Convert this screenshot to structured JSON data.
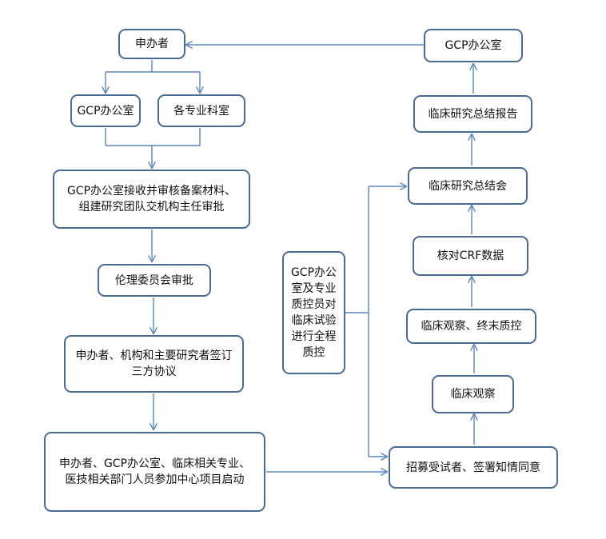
{
  "nodes": {
    "sponsor": "申办者",
    "gcp_office_left": "GCP办公室",
    "departments": "各专业科室",
    "review_materials_l1": "GCP办公室接收并审核备案材料、",
    "review_materials_l2": "组建研究团队交机构主任审批",
    "ethics": "伦理委员会审批",
    "agreement_l1": "申办者、机构和主要研究者签订",
    "agreement_l2": "三方协议",
    "kickoff_l1": "申办者、GCP办公室、临床相关专业、",
    "kickoff_l2": "医技相关部门人员参加中心项目启动",
    "qc_l1": "GCP办公",
    "qc_l2": "室及专业",
    "qc_l3": "质控员对",
    "qc_l4": "临床试验",
    "qc_l5": "进行全程",
    "qc_l6": "质控",
    "recruit": "招募受试者、签署知情同意",
    "observation": "临床观察",
    "terminal_qc": "临床观察、终末质控",
    "crf_check": "核对CRF数据",
    "summary_meeting": "临床研究总结会",
    "summary_report": "临床研究总结报告",
    "gcp_office_right": "GCP办公室"
  }
}
